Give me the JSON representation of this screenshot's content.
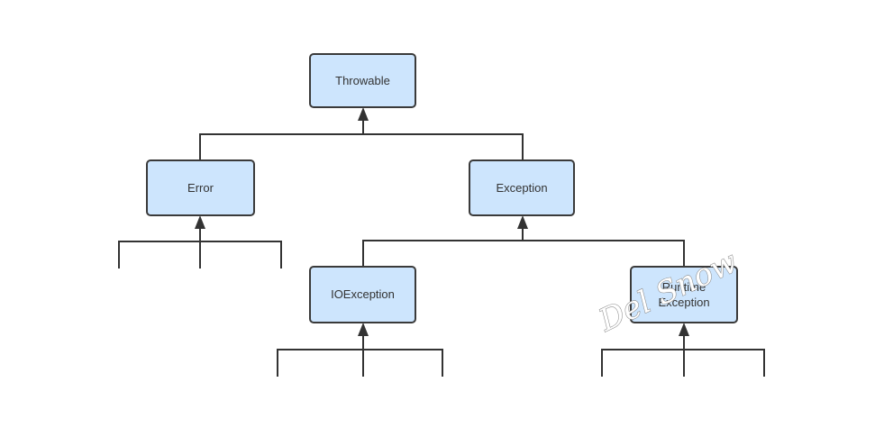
{
  "nodes": {
    "throwable": "Throwable",
    "error": "Error",
    "exception": "Exception",
    "ioexception": "IOException",
    "runtime_line1": "Runtime",
    "runtime_line2": "Exception"
  },
  "watermark": "Del Snow",
  "colors": {
    "node_fill": "#cde5fd",
    "node_border": "#3a3a3a",
    "line": "#333333"
  }
}
